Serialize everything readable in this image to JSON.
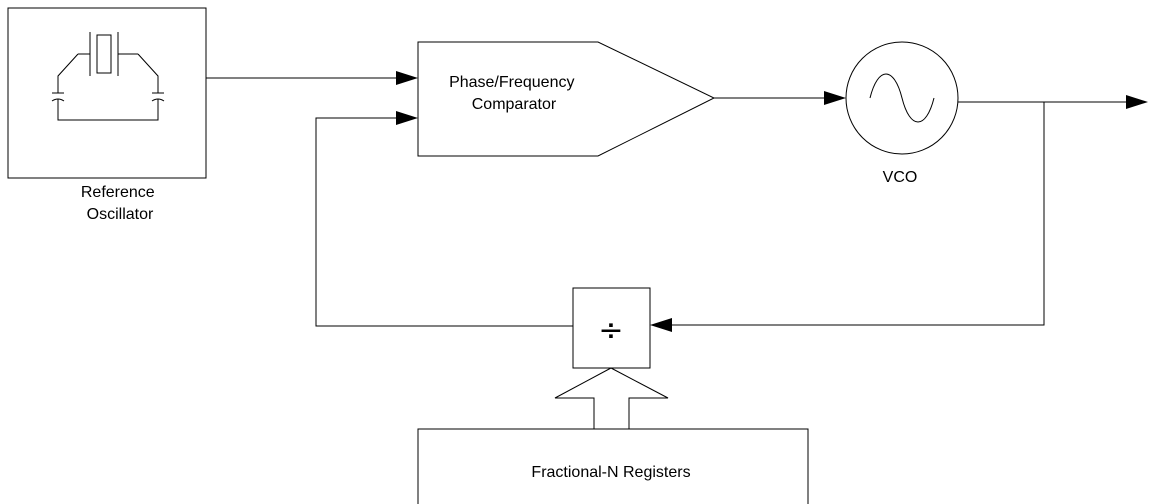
{
  "labels": {
    "reference_oscillator": [
      "Reference",
      "Oscillator"
    ],
    "comparator": [
      "Phase/Frequency",
      "Comparator"
    ],
    "vco": "VCO",
    "divider_symbol": "÷",
    "registers": "Fractional-N Registers"
  },
  "colors": {
    "line": "#000000",
    "background": "#ffffff"
  }
}
